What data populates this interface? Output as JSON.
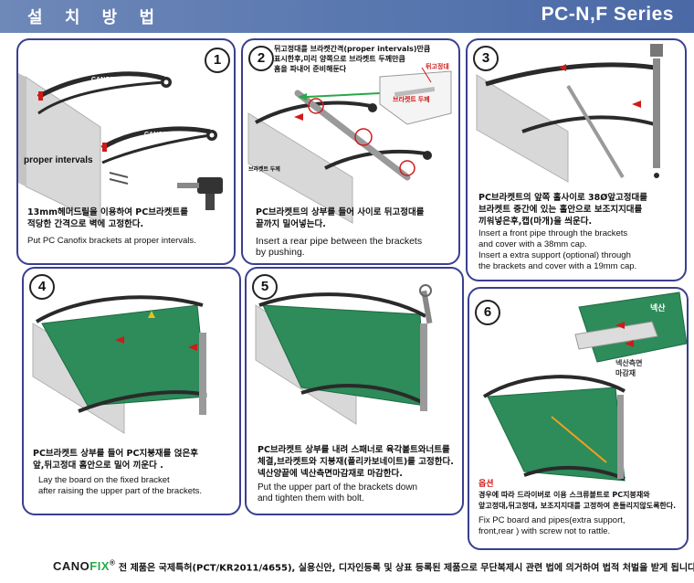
{
  "header": {
    "title": "설 치 방 법",
    "series": "PC-N,F  Series"
  },
  "steps": [
    {
      "num": "1",
      "kor": "13mm헤머드릴을 이용하여 PC브라켓트를\n적당한 간격으로 벽에 고정한다.",
      "eng": "Put PC Canofix brackets at proper intervals.",
      "label": "proper intervals",
      "logo": "CANOFIX"
    },
    {
      "num": "2",
      "kor": "PC브라켓트의 상부를 들어 사이로 뒤고정대를\n끝까지 밀어넣는다.",
      "eng": "Insert a rear pipe between the brackets\nby pushing.",
      "note": "뒤고정대를 브라켓간격(proper intervals)만큼\n표시한후,미리 양쪽으로 브라켓트 두께만큼\n홈을 파내어 준비해둔다",
      "callout1": "뒤고정대",
      "callout2": "브라켓트 두께",
      "small": "브라켓트 두께"
    },
    {
      "num": "3",
      "kor": "PC브라켓트의 앞쪽 홀사이로 38Ø앞고정대를\n브라켓트 중간에 있는 홀안으로 보조지지대를\n끼워넣은후,캡(마개)을 씌운다.",
      "eng": "Insert a front pipe through the brackets\nand cover with a 38mm cap.\nInsert a extra support (optional) through\nthe brackets and cover with a 19mm cap."
    },
    {
      "num": "4",
      "kor": "PC브라켓트 상부를 들어 PC지붕재를 얹은후\n앞,뒤고정대 홈안으로 밀어 끼운다 .",
      "eng": "Lay the board on the fixed bracket\nafter raising the upper part of the brackets."
    },
    {
      "num": "5",
      "kor": "PC브라켓트 상부를 내려 스패너로 육각볼트와너트를\n체결,브라켓트와 지붕재(폴리카보네이트)를 고정한다.\n넥산양끝에  넥산측면마감재로  마감한다.",
      "eng": "Put  the upper part of the brackets down\nand tighten them with bolt."
    },
    {
      "num": "6",
      "note_red": "옵션",
      "kor": "경우에 따라 드라이버로 이용 스크류볼트로 PC지붕재와\n앞고정대,뒤고정대, 보조지지대를 고정하여 흔들리지않도록한다.",
      "eng": "Fix PC board and pipes(extra support,\nfront,rear ) with screw not to rattle.",
      "tag1": "넥산",
      "tag2": "넥산측면\n마감재"
    }
  ],
  "footer": {
    "brand_a": "CANO",
    "brand_b": "FIX",
    "reg": "®",
    "text": " 전 제품은 국제특허(PCT/KR2011/4655), 실용신안, 디자인등록 및 상표 등록된 제품으로 무단복제시 관련 법에 의거하여 법적 처벌을 받게 됩니다."
  },
  "colors": {
    "header": "#5a78b0",
    "border": "#3a3f8f",
    "roof": "#2e8b5a",
    "bracket": "#2a2a2a",
    "arrow": "#d01a1a"
  }
}
